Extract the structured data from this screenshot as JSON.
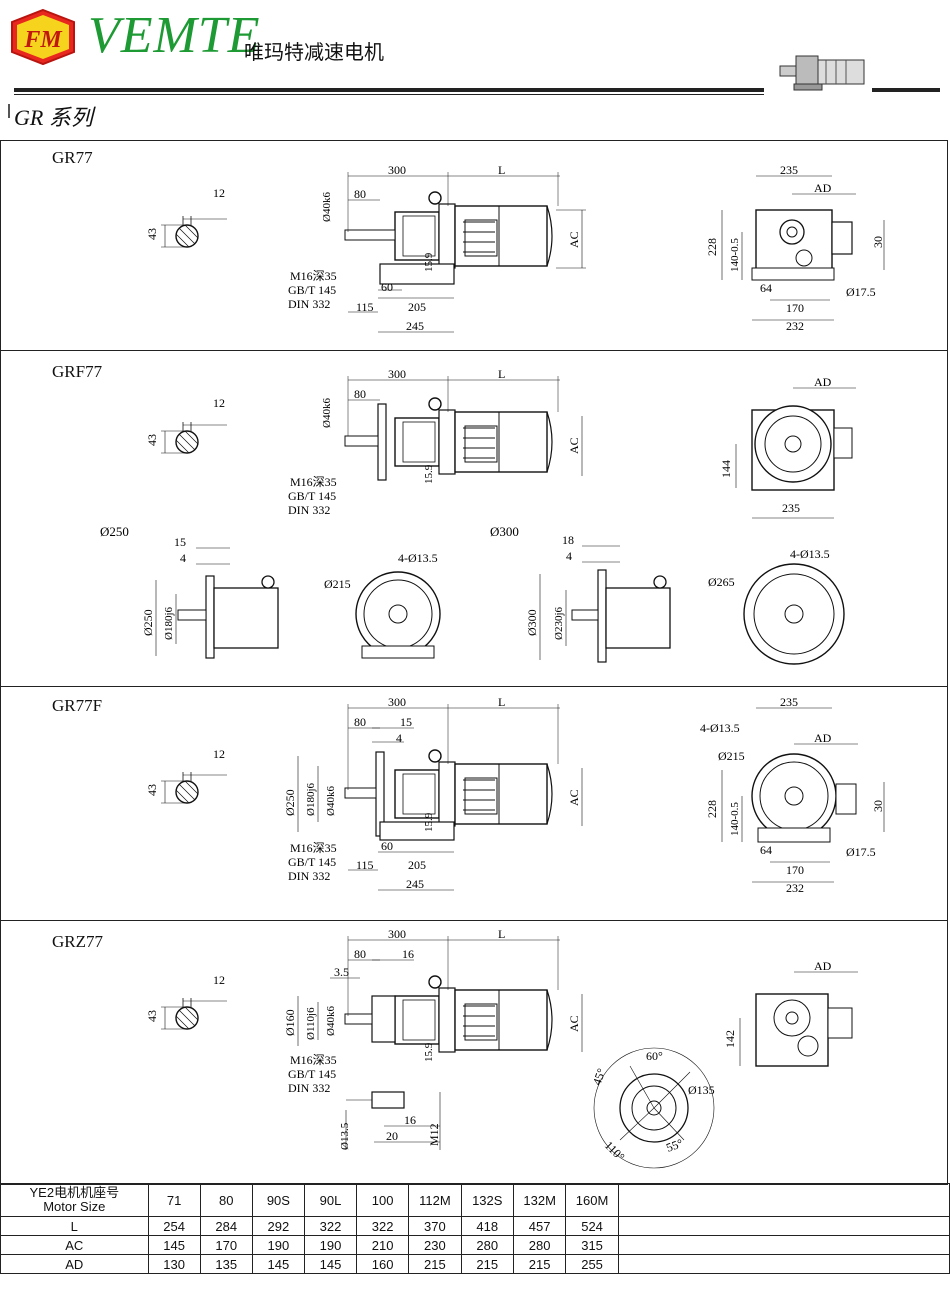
{
  "header": {
    "logo_text": "FM",
    "brand": "VEMTE",
    "brand_cn": "唯玛特减速电机",
    "series": "GR 系列"
  },
  "sections": {
    "gr77": {
      "title": "GR77"
    },
    "grf77": {
      "title": "GRF77"
    },
    "gr77f": {
      "title": "GR77F"
    },
    "grz77": {
      "title": "GRZ77"
    }
  },
  "dims": {
    "shaft_key": "12",
    "shaft_h": "43",
    "d300": "300",
    "dL": "L",
    "d80": "80",
    "d40k6": "Ø40k6",
    "dAC": "AC",
    "dAD": "AD",
    "d159": "15.9",
    "m16": "M16深35",
    "gbt": "GB/T 145",
    "din": "DIN 332",
    "d115": "115",
    "d60": "60",
    "d205": "205",
    "d245": "245",
    "d235": "235",
    "d228": "228",
    "d140": "140-0.5",
    "d30": "30",
    "d64": "64",
    "d170": "170",
    "d175": "Ø17.5",
    "d232": "232",
    "d144": "144",
    "d142": "142",
    "f250": "Ø250",
    "f300": "Ø300",
    "d15": "15",
    "d4": "4",
    "d18": "18",
    "d180": "Ø180j6",
    "d230": "Ø230j6",
    "d4135": "4-Ø13.5",
    "d215": "Ø215",
    "d265": "Ø265",
    "d16": "16",
    "d35": "3.5",
    "d160": "Ø160",
    "d110": "Ø110j6",
    "d60deg": "60°",
    "d45deg": "45°",
    "d110deg": "110°",
    "d55deg": "55°",
    "d135": "Ø135",
    "d135b": "Ø13.5",
    "d20": "20",
    "m12": "M12"
  },
  "table": {
    "header_cn": "YE2电机机座号",
    "header_en": "Motor Size",
    "sizes": [
      "71",
      "80",
      "90S",
      "90L",
      "100",
      "112M",
      "132S",
      "132M",
      "160M"
    ],
    "rows": [
      {
        "label": "L",
        "values": [
          "254",
          "284",
          "292",
          "322",
          "322",
          "370",
          "418",
          "457",
          "524"
        ]
      },
      {
        "label": "AC",
        "values": [
          "145",
          "170",
          "190",
          "190",
          "210",
          "230",
          "280",
          "280",
          "315"
        ]
      },
      {
        "label": "AD",
        "values": [
          "130",
          "135",
          "145",
          "145",
          "160",
          "215",
          "215",
          "215",
          "255"
        ]
      }
    ]
  }
}
